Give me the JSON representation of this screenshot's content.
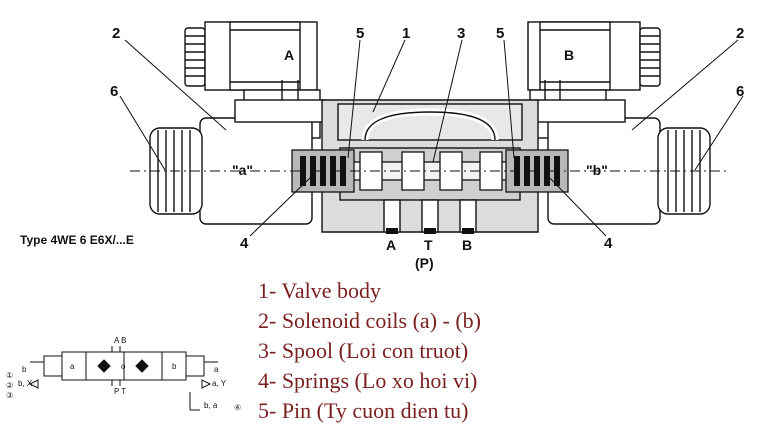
{
  "callouts": {
    "left_coil": "2",
    "left_end": "6",
    "left_pin": "5",
    "left_spring": "4",
    "body": "1",
    "spool": "3",
    "right_pin": "5",
    "right_coil": "2",
    "right_end": "6",
    "right_spring": "4"
  },
  "coil_labels": {
    "left": "A",
    "right": "B"
  },
  "side_labels": {
    "left": "\"a\"",
    "right": "\"b\""
  },
  "ports": {
    "a": "A",
    "t": "T",
    "b": "B",
    "p": "(P)"
  },
  "type_label": "Type 4WE 6 E6X/...E",
  "legend": [
    "1- Valve body",
    "2- Solenoid coils (a) - (b)",
    "3- Spool (Loi con truot)",
    "4- Springs (Lo xo hoi vi)",
    "5- Pin (Ty cuon dien tu)"
  ],
  "symbol": {
    "top_ports": "A B",
    "bottom_ports": "P T",
    "box_left": "a",
    "box_mid": "o",
    "box_right": "b",
    "left_a1": "b",
    "left_a2": "b, X",
    "right_a1": "a",
    "right_a2": "a, Y",
    "right_a3": "b, a",
    "circ_1": "①",
    "circ_2": "②",
    "circ_3": "③",
    "circ_4": "④"
  }
}
